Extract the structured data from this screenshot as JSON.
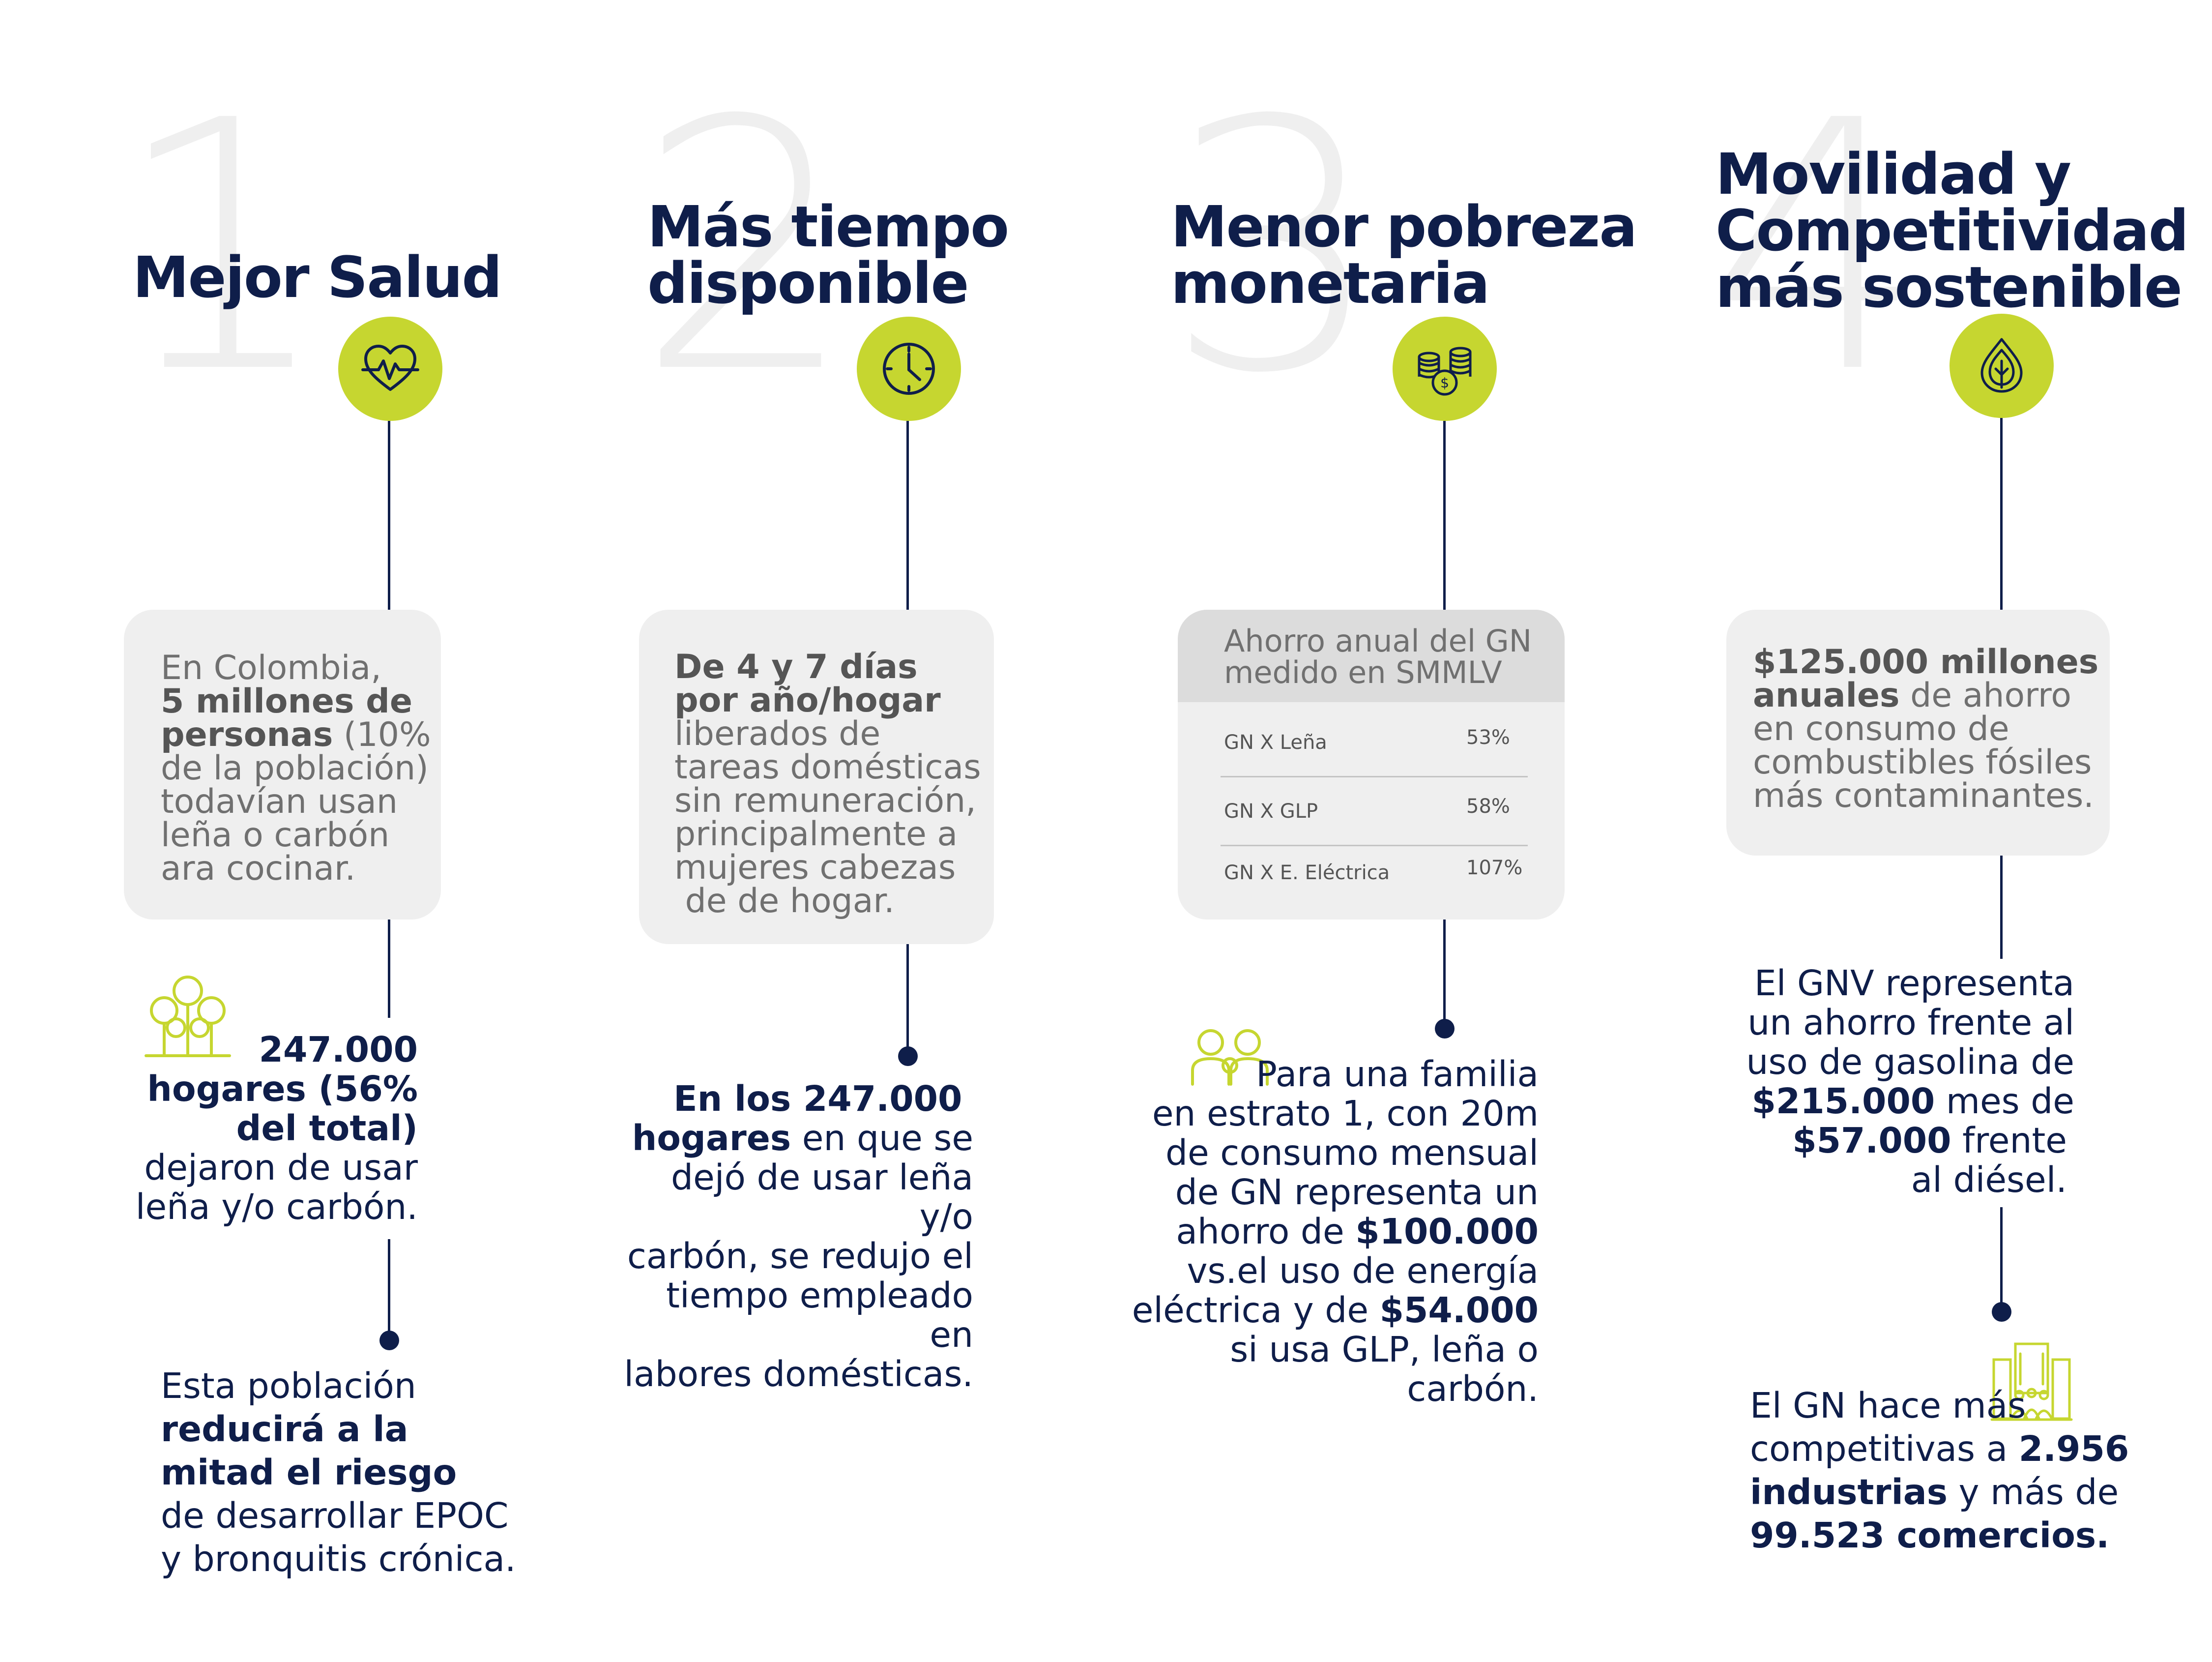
{
  "pillars": [
    {
      "number": "1",
      "title_lines": [
        "Mejor Salud"
      ],
      "icon": "heartbeat-icon",
      "card": {
        "line1": "En Colombia,",
        "bold1": "5 millones de",
        "bold2": "personas",
        "after_bold2": " (10%",
        "line4": "de la población)",
        "line5": "todavían usan",
        "line6": "leña o carbón",
        "line7": "ara cocinar."
      },
      "stat": {
        "bold1": "247.000",
        "bold2": "hogares (56%",
        "bold3": "del total)",
        "line4": "dejaron de usar",
        "line5": "leña y/o carbón."
      },
      "stat_icon": "trees-icon",
      "note": {
        "line1": "Esta población",
        "bold1": "reducirá a la",
        "bold2": "mitad el riesgo",
        "line4": "de desarrollar EPOC",
        "line5": "y bronquitis crónica."
      }
    },
    {
      "number": "2",
      "title_lines": [
        "Más tiempo",
        "disponible"
      ],
      "icon": "clock-icon",
      "card": {
        "bold1": "De 4 y 7 días",
        "bold2": "por año/hogar",
        "line3": "liberados de",
        "line4": "tareas domésticas",
        "line5": "sin remuneración,",
        "line6": "principalmente a",
        "line7": "mujeres cabezas",
        "line8": " de de hogar."
      },
      "stat": {
        "bold1": "En los 247.000",
        "bold2": "hogares",
        "after_bold2": " en que se",
        "line3": "dejó de usar leña y/o",
        "line4": "carbón, se redujo el",
        "line5": "tiempo empleado en",
        "line6": "labores domésticas."
      }
    },
    {
      "number": "3",
      "title_lines": [
        "Menor pobreza",
        "monetaria"
      ],
      "icon": "coins-icon",
      "table": {
        "title_line1": "Ahorro anual del GN",
        "title_line2": "medido en SMMLV",
        "rows": [
          {
            "label": "GN X Leña",
            "value": "53%"
          },
          {
            "label": "GN X GLP",
            "value": "58%"
          },
          {
            "label": "GN X E. Eléctrica",
            "value": "107%"
          }
        ]
      },
      "stat_icon": "family-icon",
      "stat": {
        "line1": "Para una familia",
        "line2": "en estrato 1, con 20m",
        "line3": "de consumo mensual",
        "line4": "de GN representa un",
        "line5_pre": "ahorro de ",
        "line5_bold": "$100.000",
        "line6": "vs.el uso de energía",
        "line7_pre": "eléctrica y de ",
        "line7_bold": "$54.000",
        "line8": "si usa GLP, leña o carbón."
      }
    },
    {
      "number": "4",
      "title_lines": [
        "Movilidad y",
        "Competitividad",
        "más sostenible"
      ],
      "icon": "leaf-drop-icon",
      "card": {
        "bold1": "$125.000 millones",
        "bold2": "anuales",
        "after_bold2": " de ahorro",
        "line3": "en consumo de",
        "line4": "combustibles fósiles",
        "line5": "más contaminantes."
      },
      "stat": {
        "line1": "El GNV representa",
        "line2": "un ahorro frente al",
        "line3": "uso de gasolina de",
        "line4_bold": "$215.000",
        "line4_post": " mes de",
        "line5_bold": "$57.000",
        "line5_post": " frente",
        "line6": "al diésel."
      },
      "note_icon": "industry-icon",
      "note": {
        "line1": "El GN hace más",
        "line2_pre": "competitivas a ",
        "line2_bold": "2.956",
        "line3_bold": "industrias",
        "line3_post": " y más de",
        "line4_bold": "99.523 comercios."
      }
    }
  ],
  "colors": {
    "navy": "#0f1e4a",
    "lime": "#c6d630",
    "card": "#efefef",
    "ghost_number": "#efefef"
  }
}
